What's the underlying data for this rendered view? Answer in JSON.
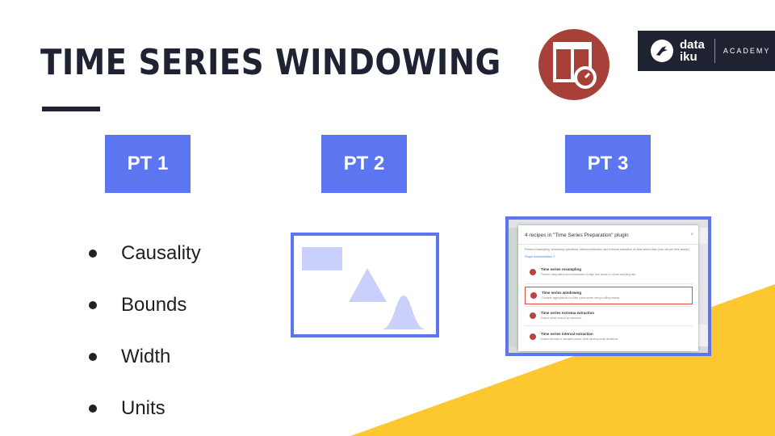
{
  "slide": {
    "title": "TIME SERIES WINDOWING",
    "colors": {
      "title": "#1e2233",
      "accent_blue": "#5b76f0",
      "illustration_fill": "#c9d0fb",
      "yellow": "#fcc72f",
      "plugin_icon_bg": "#a8403a"
    }
  },
  "brand": {
    "name_line1": "data",
    "name_line2": "iku",
    "academy": "ACADEMY",
    "logo_icon": "bird-icon"
  },
  "plugin_icon": {
    "icon": "window-clock-icon"
  },
  "parts": [
    {
      "label": "PT 1"
    },
    {
      "label": "PT 2"
    },
    {
      "label": "PT 3"
    }
  ],
  "bullets": [
    {
      "text": "Causality"
    },
    {
      "text": "Bounds"
    },
    {
      "text": "Width"
    },
    {
      "text": "Units"
    }
  ],
  "illustration": {
    "icon": "image-placeholder-icon"
  },
  "screenshot": {
    "modal_title": "4 recipes in \"Time Series Preparation\" plugin",
    "close": "×",
    "description": "Perform resampling, windowing operations, interval extraction, and extrema extraction on time series data (one row per time stamp).",
    "link": "Plugin documentation ↗",
    "recipes": [
      {
        "name": "Time series resampling",
        "desc": "Perform interpolation and extrapolation to align time series on a fixed sampling rate.",
        "highlighted": false
      },
      {
        "name": "Time series windowing",
        "desc": "Compute aggregations in a filter a time series using a rolling window.",
        "highlighted": true
      },
      {
        "name": "Time series extrema extraction",
        "desc": "Extract values around an extremum.",
        "highlighted": false
      },
      {
        "name": "Time series interval extraction",
        "desc": "Extract intervals of accepted values, while allowing small deviations.",
        "highlighted": false
      }
    ]
  }
}
